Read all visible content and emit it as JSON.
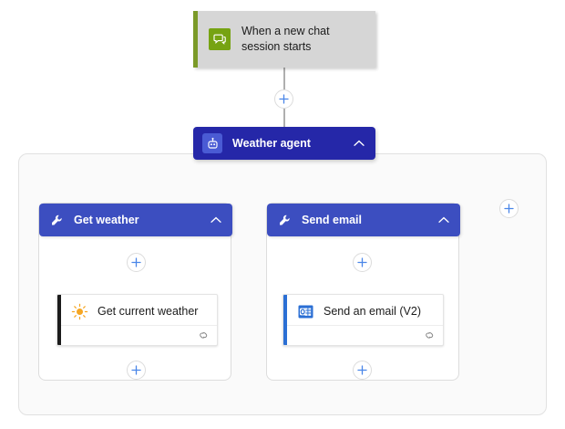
{
  "canvas": {
    "background": "#ffffff",
    "accent_blue": "#3c4ec0",
    "agent_blue": "#2527a8",
    "plus_blue": "#4a86e8",
    "trigger_green": "#76a312",
    "sun_orange": "#f5a623",
    "outlook_blue": "#2b6fd4"
  },
  "trigger": {
    "label": "When a new chat session starts",
    "icon": "chat-bubble-icon",
    "accent_color": "#7b9a28",
    "background": "#d6d6d6"
  },
  "agent": {
    "label": "Weather agent",
    "icon": "robot-icon",
    "collapse_icon": "chevron-up-icon",
    "color": "#2527a8"
  },
  "tools": [
    {
      "label": "Get weather",
      "icon": "wrench-icon",
      "collapse_icon": "chevron-up-icon",
      "action": {
        "label": "Get current weather",
        "icon": "sun-icon",
        "accent_color": "#1b1b1b",
        "footer_icon": "link-icon"
      }
    },
    {
      "label": "Send email",
      "icon": "wrench-icon",
      "collapse_icon": "chevron-up-icon",
      "action": {
        "label": "Send an email (V2)",
        "icon": "outlook-icon",
        "accent_color": "#2b6fd4",
        "footer_icon": "link-icon"
      }
    }
  ],
  "add_buttons": [
    {
      "name": "add-step-after-trigger",
      "icon": "plus-icon"
    },
    {
      "name": "add-tool-to-agent",
      "icon": "plus-icon"
    },
    {
      "name": "add-step-above-get-current-weather",
      "icon": "plus-icon"
    },
    {
      "name": "add-step-above-send-an-email",
      "icon": "plus-icon"
    },
    {
      "name": "add-step-below-get-current-weather",
      "icon": "plus-icon"
    },
    {
      "name": "add-step-below-send-an-email",
      "icon": "plus-icon"
    }
  ]
}
